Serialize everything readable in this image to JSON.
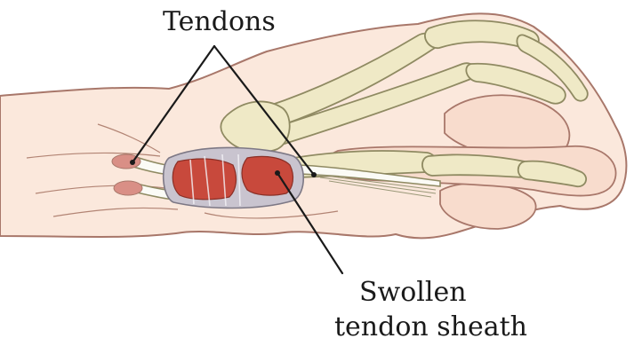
{
  "labels": {
    "tendons": "Tendons",
    "sheath_line1": "Swollen",
    "sheath_line2": "tendon sheath"
  },
  "colors": {
    "skin": "#fbe8dc",
    "skin_outline": "#a8776a",
    "bone": "#efe9c6",
    "bone_outline": "#8f8a62",
    "tendon": "#fbfbf6",
    "sheath": "#c9c4cf",
    "inflamed": "#c8493c",
    "leader_line": "#1a1a1a"
  }
}
